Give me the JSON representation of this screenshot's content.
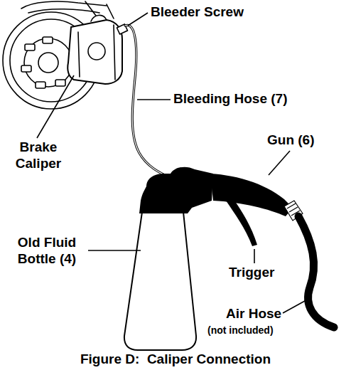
{
  "diagram": {
    "caption": "Figure D:  Caliper Connection",
    "labels": [
      "Bleeder Screw",
      "Bleeding Hose (7)",
      "Gun (6)",
      "Brake Caliper",
      "Old Fluid Bottle (4)",
      "Trigger",
      "Air Hose",
      "(not included)"
    ]
  }
}
